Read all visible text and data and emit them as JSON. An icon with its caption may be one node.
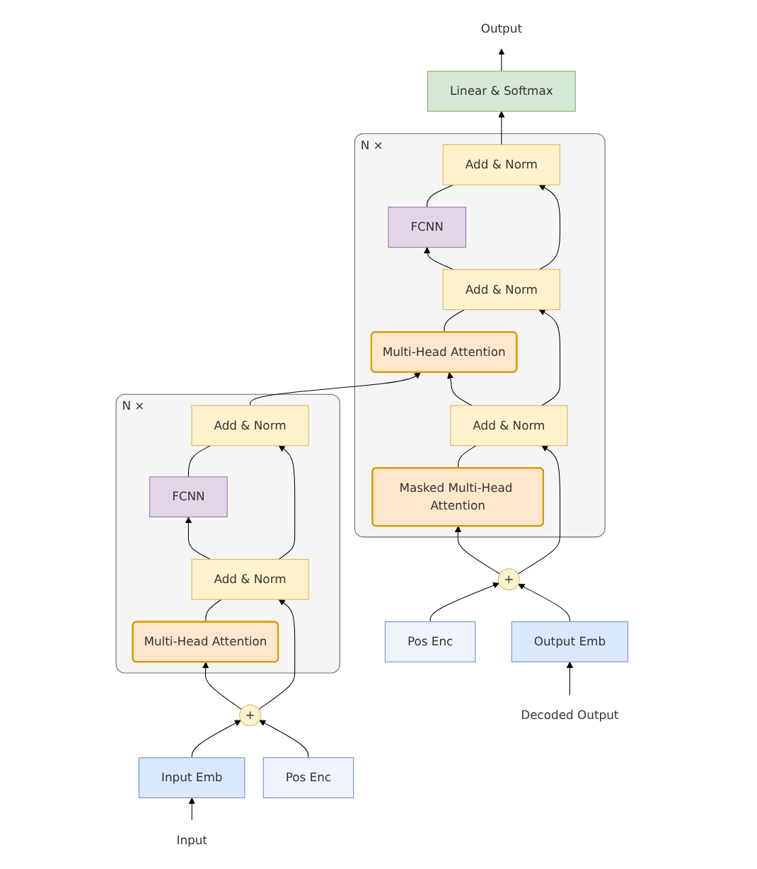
{
  "diagram": {
    "nodes": [
      {
        "text": [
          "Input"
        ]
      },
      {
        "text": [
          "Input Emb"
        ]
      },
      {
        "text": [
          "+"
        ]
      },
      {
        "text": [
          "Pos Enc"
        ]
      },
      {
        "text": [
          "N ×"
        ]
      },
      {
        "text": [
          "Multi-Head Attention"
        ],
        "in": 4
      },
      {
        "text": [
          "Add & Norm"
        ],
        "in": 4
      },
      {
        "text": [
          "FCNN"
        ],
        "in": 4
      },
      {
        "text": [
          "Add & Norm"
        ],
        "in": 4
      },
      {
        "text": [
          "Decoded Output"
        ]
      },
      {
        "text": [
          "Output Emb"
        ]
      },
      {
        "text": [
          "+"
        ]
      },
      {
        "text": [
          "Pos Enc"
        ]
      },
      {
        "text": [
          "N ×"
        ]
      },
      {
        "text": [
          "Masked Multi-Head Attention"
        ],
        "in": 13
      },
      {
        "text": [
          "Add & Norm"
        ],
        "in": 13
      },
      {
        "text": [
          "Multi-Head Attention"
        ],
        "in": 13
      },
      {
        "text": [
          "Add & Norm"
        ],
        "in": 13
      },
      {
        "text": [
          "FCNN"
        ],
        "in": 13
      },
      {
        "text": [
          "Add & Norm"
        ],
        "in": 13
      },
      {
        "text": [
          "Linear & Softmax"
        ]
      },
      {
        "text": [
          "Output"
        ]
      }
    ],
    "edges": [
      {
        "from": 0,
        "to": 1,
        "arrow": "to"
      },
      {
        "from": 1,
        "to": 2,
        "arrow": "to"
      },
      {
        "from": 3,
        "to": 2,
        "arrow": "to"
      },
      {
        "from": 2,
        "to": 5,
        "arrow": "to"
      },
      {
        "from": 2,
        "to": 6,
        "arrow": "to"
      },
      {
        "from": 5,
        "to": 6,
        "arrow": "none"
      },
      {
        "from": 6,
        "to": 7,
        "arrow": "to"
      },
      {
        "from": 6,
        "to": 8,
        "arrow": "to"
      },
      {
        "from": 7,
        "to": 8,
        "arrow": "none"
      },
      {
        "from": 8,
        "to": 16,
        "arrow": "to"
      },
      {
        "from": 9,
        "to": 10,
        "arrow": "to"
      },
      {
        "from": 10,
        "to": 11,
        "arrow": "to"
      },
      {
        "from": 12,
        "to": 11,
        "arrow": "to"
      },
      {
        "from": 11,
        "to": 14,
        "arrow": "to"
      },
      {
        "from": 11,
        "to": 15,
        "arrow": "to"
      },
      {
        "from": 14,
        "to": 15,
        "arrow": "none"
      },
      {
        "from": 15,
        "to": 16,
        "arrow": "to"
      },
      {
        "from": 15,
        "to": 17,
        "arrow": "to"
      },
      {
        "from": 16,
        "to": 17,
        "arrow": "none"
      },
      {
        "from": 17,
        "to": 18,
        "arrow": "to"
      },
      {
        "from": 17,
        "to": 19,
        "arrow": "to"
      },
      {
        "from": 18,
        "to": 19,
        "arrow": "none"
      },
      {
        "from": 19,
        "to": 20,
        "arrow": "to"
      },
      {
        "from": 20,
        "to": 21,
        "arrow": "to"
      }
    ]
  }
}
